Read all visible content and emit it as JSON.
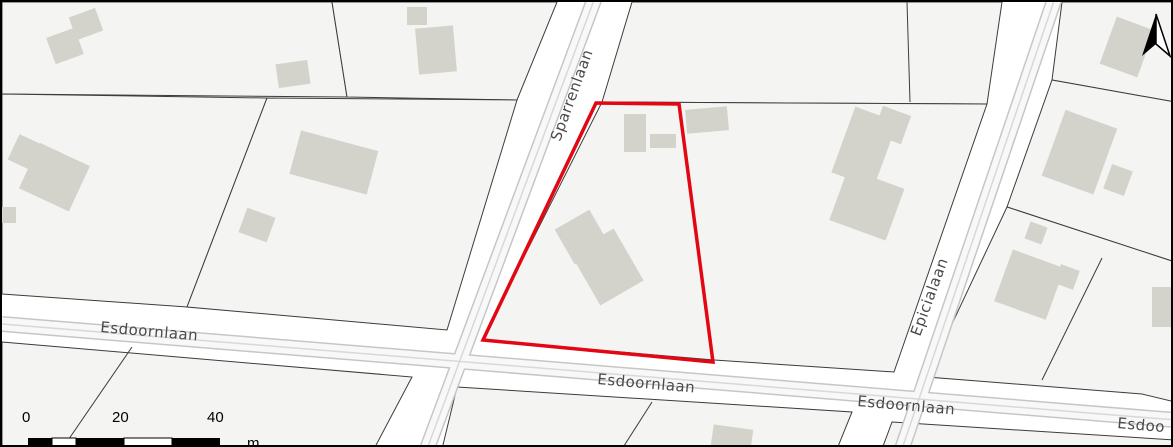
{
  "map": {
    "accent_colors": {
      "plot_outline": "#e30613",
      "building": "#d4d3cb",
      "parcel_line": "#3c3c3c"
    },
    "streets": [
      {
        "id": "esdoornlaan-west",
        "label": "Esdoornlaan"
      },
      {
        "id": "esdoornlaan-center",
        "label": "Esdoornlaan"
      },
      {
        "id": "esdoornlaan-east",
        "label": "Esdoornlaan"
      },
      {
        "id": "esdoornlaan-edge",
        "label": "Esdoo"
      },
      {
        "id": "sparrenlaan",
        "label": "Sparrenlaan"
      },
      {
        "id": "epicialaan",
        "label": "Epicialaan"
      }
    ],
    "north_arrow": {
      "icon": "north-arrow-icon"
    },
    "scale_bar": {
      "ticks": [
        "0",
        "20",
        "40"
      ],
      "unit": "m"
    }
  }
}
